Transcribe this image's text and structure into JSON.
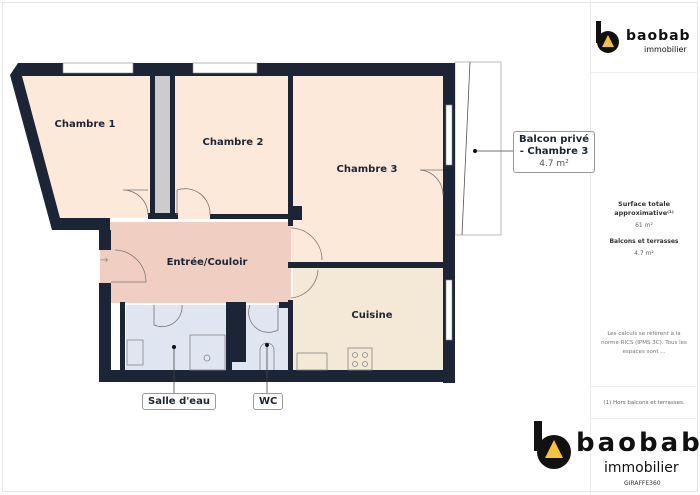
{
  "brand": {
    "name": "baobab",
    "sub": "immobilier",
    "accent": "#f5c33b",
    "credit": "GIRAFFE360"
  },
  "rooms": {
    "chambre1": "Chambre 1",
    "chambre2": "Chambre 2",
    "chambre3": "Chambre 3",
    "entree": "Entrée/Couloir",
    "cuisine": "Cuisine",
    "salle_eau": "Salle d'eau",
    "wc": "WC"
  },
  "balcony": {
    "label1": "Balcon privé",
    "label2": "- Chambre 3",
    "area": "4.7 m²"
  },
  "summary": {
    "surface_label": "Surface totale approximative⁽¹⁾",
    "surface_value": "61 m²",
    "balcony_label": "Balcons et terrasses",
    "balcony_value": "4.7 m²",
    "footnote": "(1) Hors balcons et terrasses.",
    "disclaimer": "Les calculs se réfèrent à la norme RICS (IPMS 3C). Tous les espaces sont ... "
  },
  "colors": {
    "wall": "#1c2536",
    "bedroom": "#fde9d9",
    "hall": "#f0cfc2",
    "bath": "#dfe5f1",
    "kitchen": "#f3e9d6"
  }
}
